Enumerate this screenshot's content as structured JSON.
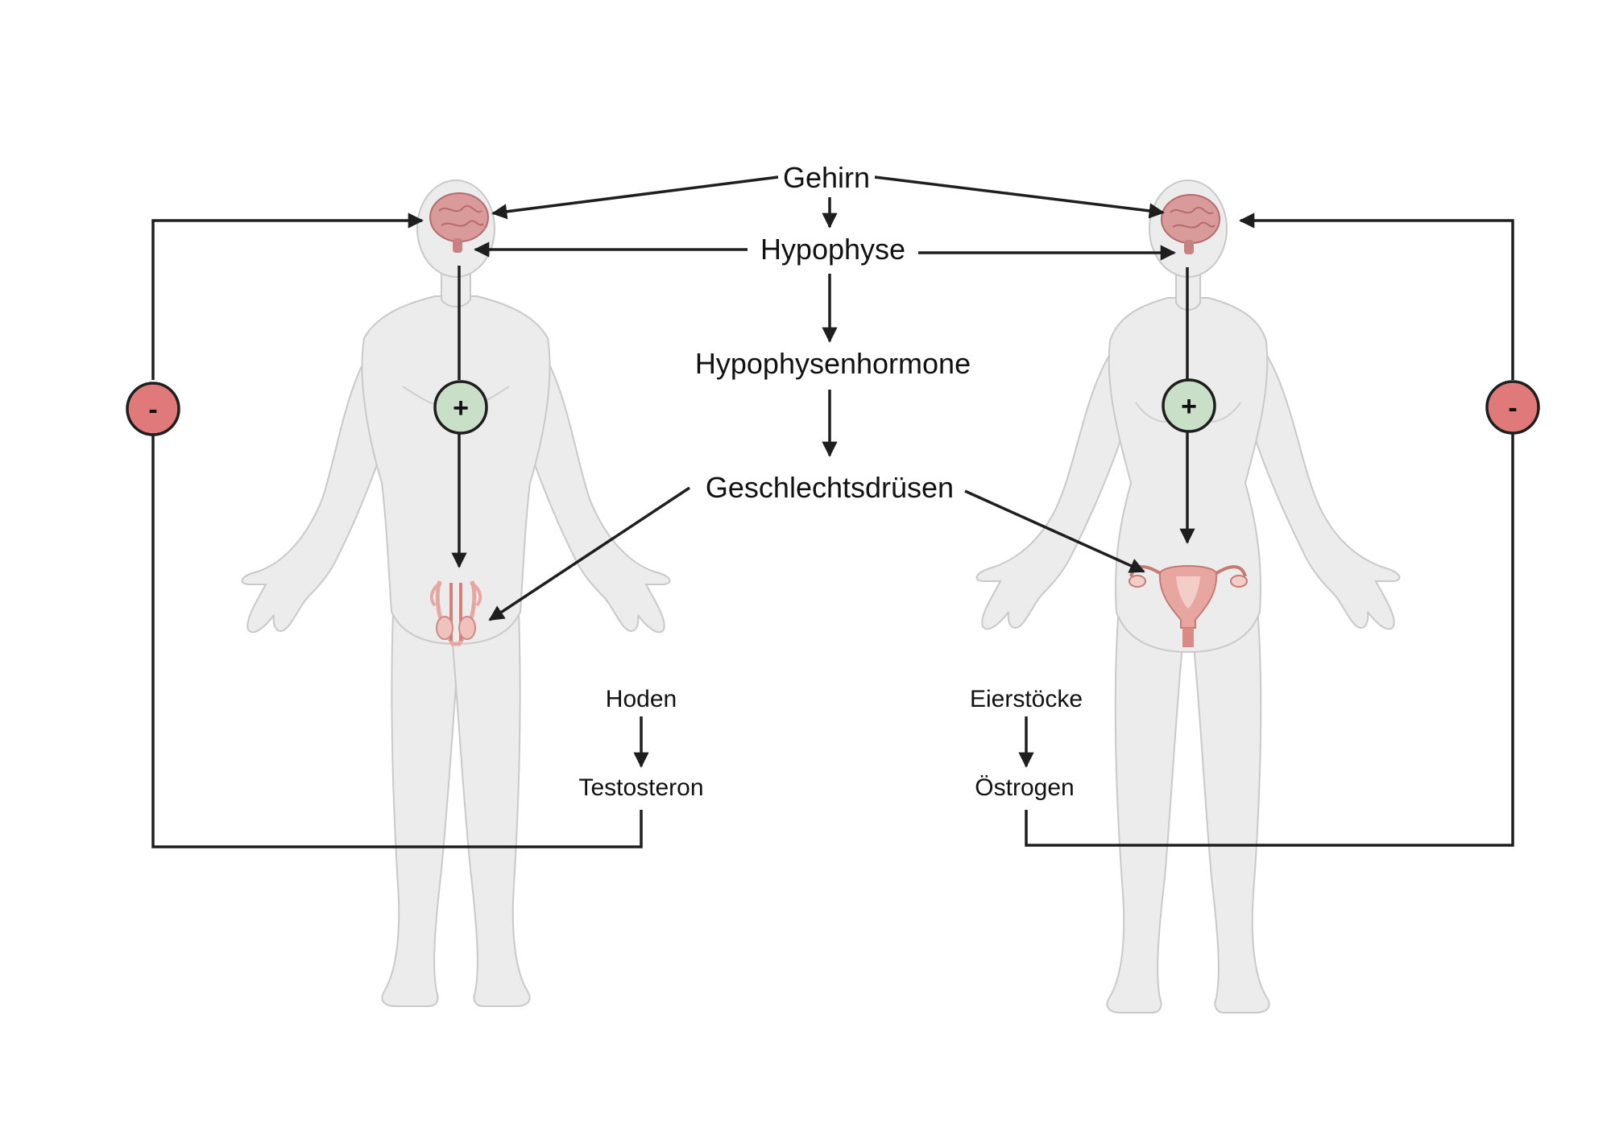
{
  "colors": {
    "positive": "#c9dfc8",
    "negative": "#e07a7a",
    "brain": "#d99a9a",
    "organ": "#e8a6a0",
    "body": "#ececec"
  },
  "labels": {
    "brain": "Gehirn",
    "pituitary": "Hypophyse",
    "pituitary_hormones": "Hypophysenhormone",
    "gonads": "Geschlechtsdrüsen"
  },
  "male": {
    "gland": "Hoden",
    "hormone": "Testosteron",
    "stimulate_sign": "+",
    "feedback_sign": "-"
  },
  "female": {
    "gland": "Eierstöcke",
    "hormone": "Östrogen",
    "stimulate_sign": "+",
    "feedback_sign": "-"
  }
}
